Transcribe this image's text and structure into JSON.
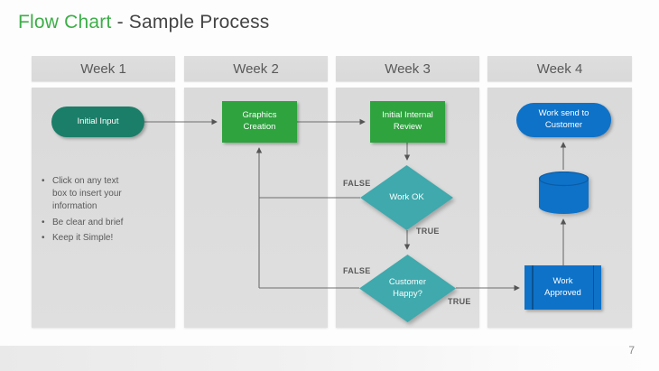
{
  "slide": {
    "title": {
      "highlight": "Flow Chart",
      "rest": " - Sample Process"
    },
    "page_number": "7"
  },
  "columns": [
    {
      "label": "Week 1"
    },
    {
      "label": "Week 2"
    },
    {
      "label": "Week 3"
    },
    {
      "label": "Week 4"
    }
  ],
  "notes": {
    "items": [
      "Click on any text box to insert your information",
      "Be clear and brief",
      "Keep it Simple!"
    ]
  },
  "shapes": {
    "initial_input": "Initial Input",
    "graphics_creation": "Graphics Creation",
    "initial_internal_review": "Initial Internal Review",
    "work_ok": "Work OK",
    "customer_happy": "Customer Happy?",
    "work_send_to_customer": "Work send to Customer",
    "work_approved": "Work Approved"
  },
  "branch_labels": {
    "work_ok_false": "FALSE",
    "work_ok_true": "TRUE",
    "customer_happy_false": "FALSE",
    "customer_happy_true": "TRUE"
  },
  "colors": {
    "title_highlight": "#3dae49",
    "title_rest": "#444444",
    "column_fill": "#dcdcdc",
    "column_text": "#595959",
    "start_shape": "#1b7e68",
    "process_green": "#2ea33e",
    "decision_teal": "#3fa9ad",
    "end_blue": "#0e72c8",
    "connector": "#6e6e6e"
  }
}
